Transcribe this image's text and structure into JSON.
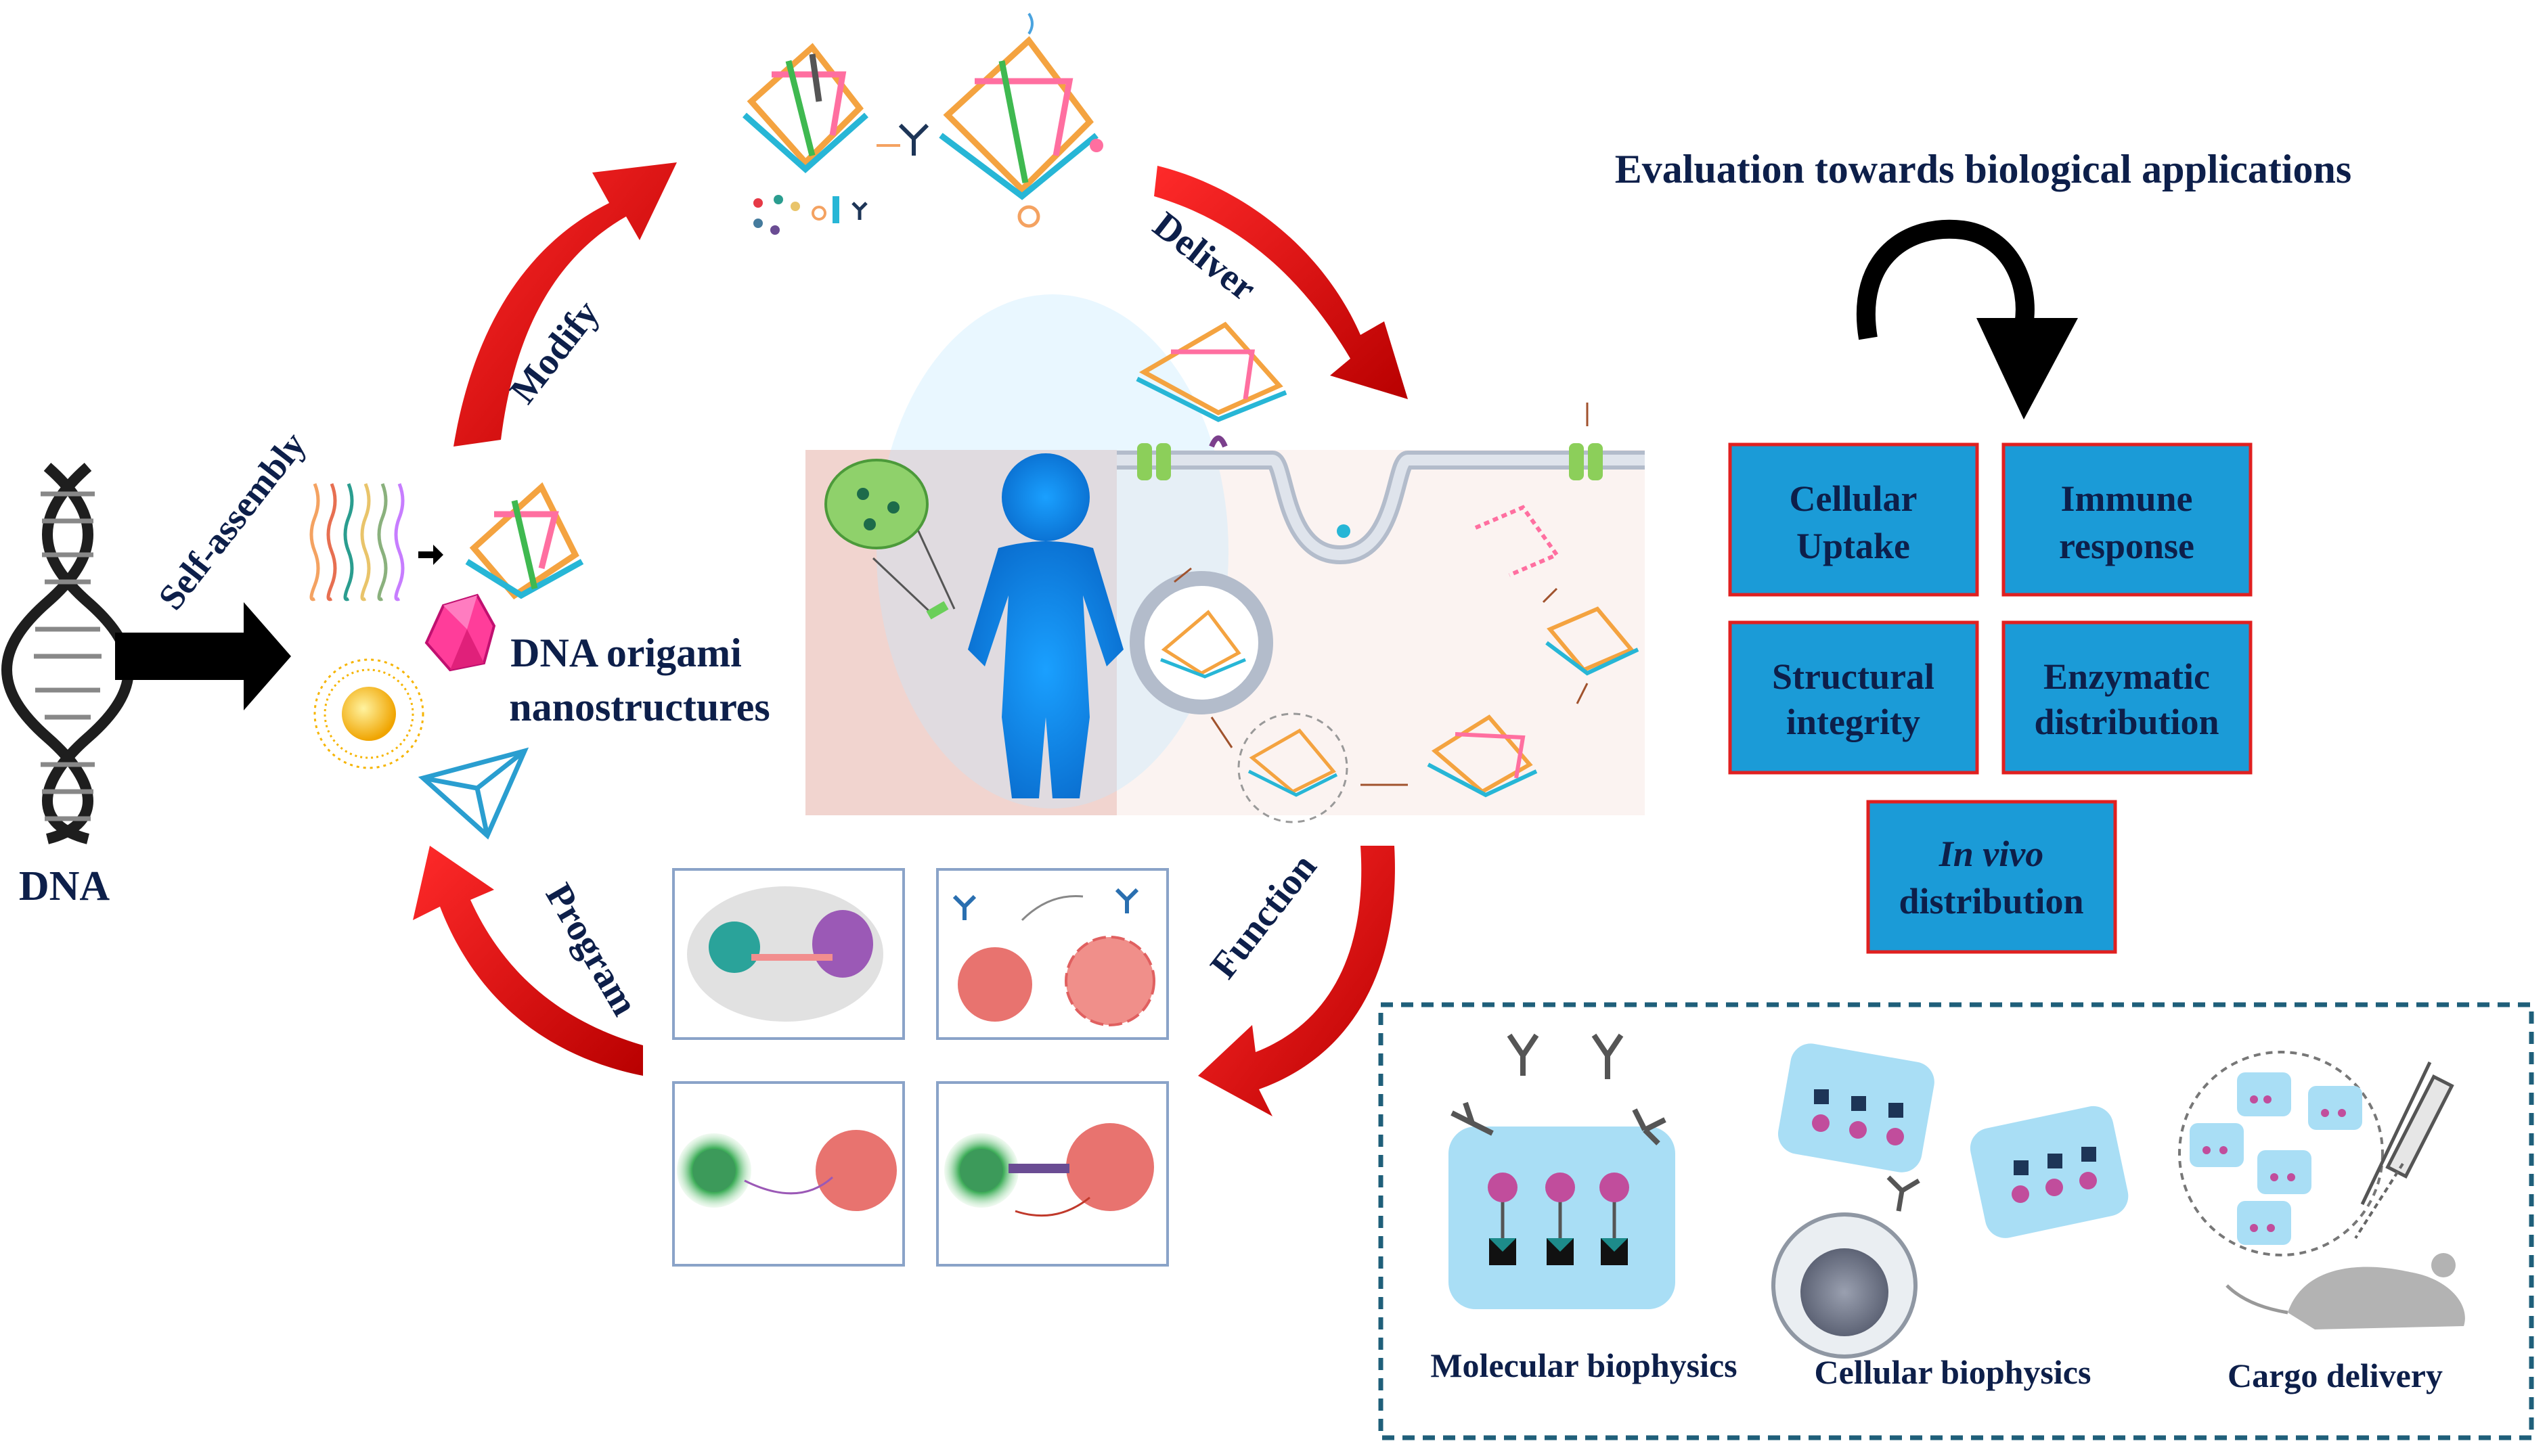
{
  "labels": {
    "dna": "DNA",
    "self_assembly": "Self-assembly",
    "modify": "Modify",
    "deliver": "Deliver",
    "function": "Function",
    "program": "Program",
    "origami_line1": "DNA origami",
    "origami_line2": "nanostructures",
    "evaluation_title": "Evaluation towards biological applications"
  },
  "evaluation_boxes": [
    {
      "line1": "Cellular",
      "line2": "Uptake",
      "italic_first": false
    },
    {
      "line1": "Immune",
      "line2": "response",
      "italic_first": false
    },
    {
      "line1": "Structural",
      "line2": "integrity",
      "italic_first": false
    },
    {
      "line1": "Enzymatic",
      "line2": "distribution",
      "italic_first": false
    },
    {
      "line1": "In vivo",
      "line2": "distribution",
      "italic_first": true
    }
  ],
  "applications": [
    {
      "label": "Molecular biophysics"
    },
    {
      "label": "Cellular biophysics"
    },
    {
      "label": "Cargo delivery"
    }
  ],
  "colors": {
    "cycle_arrow": "#e00000",
    "box_fill": "#1b9bd7",
    "box_border": "#e02020",
    "text_navy": "#0d1f4a",
    "dashed_border": "#1f5f7a",
    "panel_border": "#8aa3c8"
  }
}
